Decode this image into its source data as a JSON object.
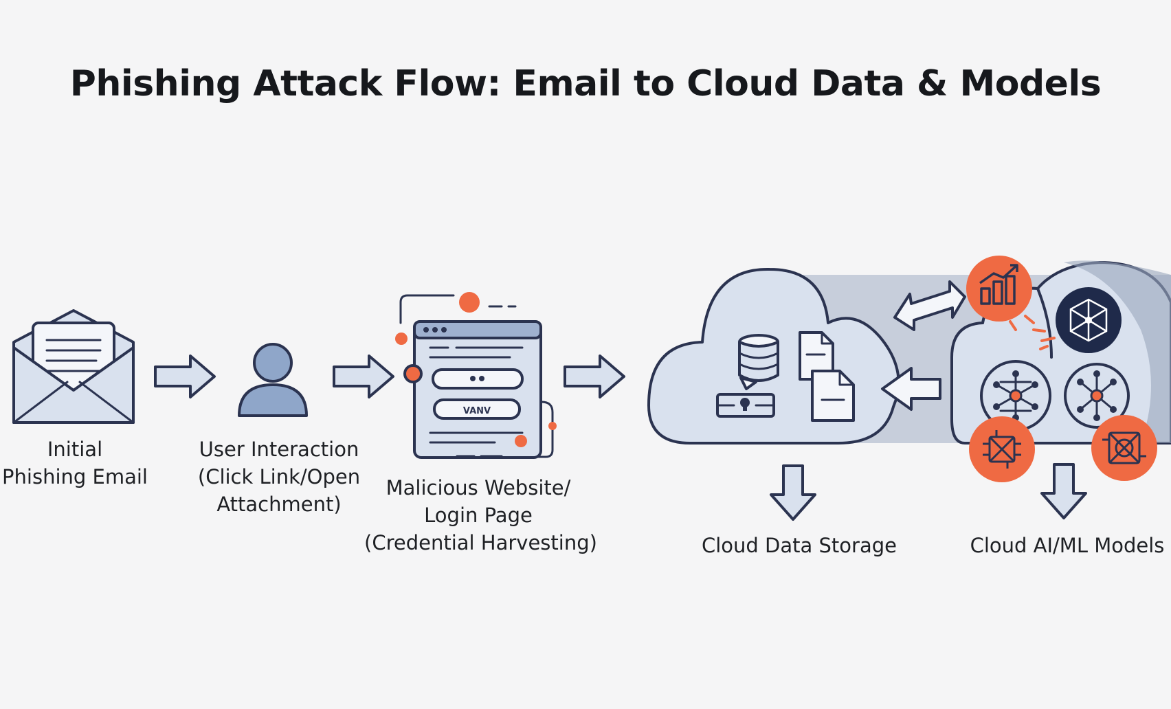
{
  "title": "Phishing Attack Flow: Email to Cloud Data & Models",
  "steps": {
    "email": {
      "lines": [
        "Initial",
        "Phishing Email"
      ],
      "icon": "envelope-icon"
    },
    "user": {
      "lines": [
        "User Interaction",
        "(Click Link/Open",
        "Attachment)"
      ],
      "icon": "user-icon"
    },
    "website": {
      "lines": [
        "Malicious Website/",
        "Login Page",
        "(Credential Harvesting)"
      ],
      "icon": "browser-login-icon",
      "field_text": "VANV"
    },
    "storage": {
      "lines": [
        "Cloud Data Storage"
      ],
      "icon": "cloud-storage-icon"
    },
    "models": {
      "lines": [
        "Cloud AI/ML Models"
      ],
      "icon": "cloud-ai-icon"
    }
  },
  "colors": {
    "background": "#f5f5f6",
    "outline": "#2b3350",
    "fill": "#d9e1ee",
    "accent": "#ef6a43",
    "navy": "#1f2a4a",
    "shade": "#c7cedb"
  }
}
